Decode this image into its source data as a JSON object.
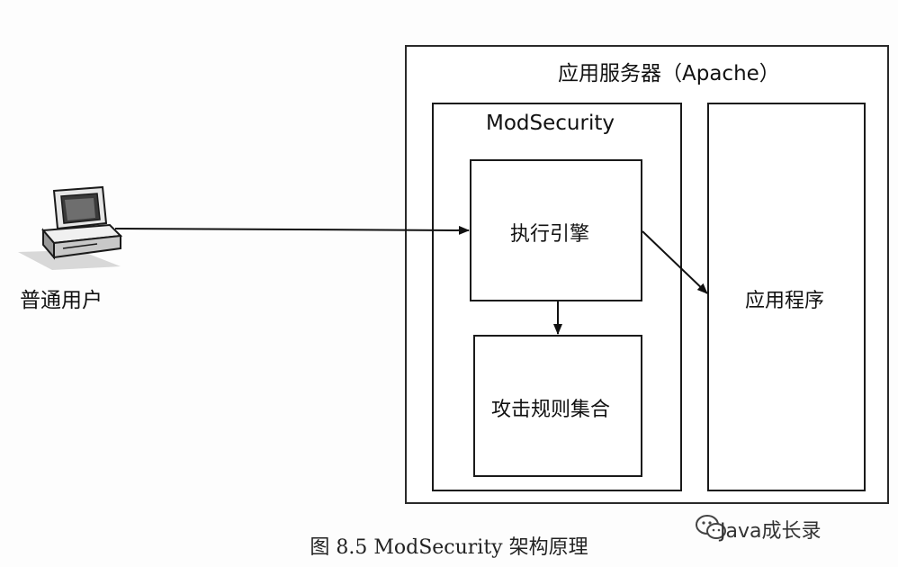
{
  "diagram": {
    "server_title": "应用服务器（Apache）",
    "modsecurity_title": "ModSecurity",
    "engine_label": "执行引擎",
    "rules_label": "攻击规则集合",
    "app_label": "应用程序",
    "user_label": "普通用户"
  },
  "caption": "图 8.5    ModSecurity 架构原理",
  "watermark": "Java成长录",
  "icons": {
    "user_terminal": "computer-icon",
    "watermark": "wechat-icon"
  }
}
